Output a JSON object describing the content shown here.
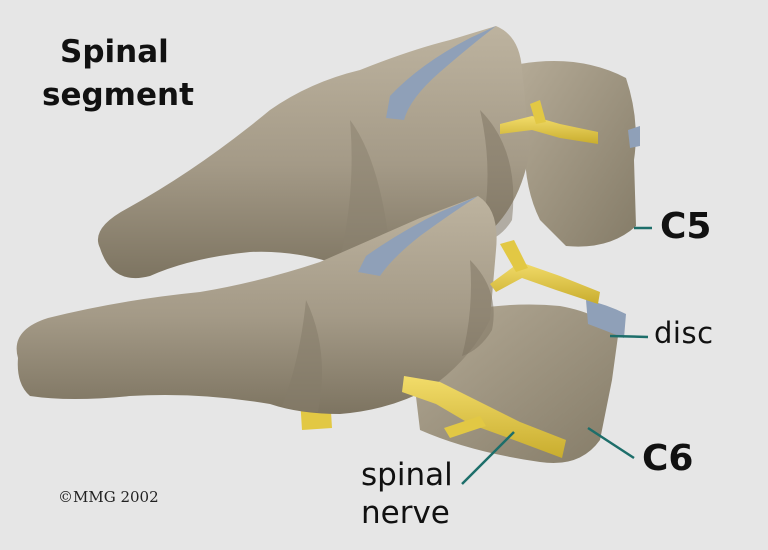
{
  "title": {
    "line1": "Spinal",
    "line2": "segment"
  },
  "labels": {
    "c5": "C5",
    "disc": "disc",
    "c6": "C6",
    "spinal_nerve": {
      "line1": "spinal",
      "line2": "nerve"
    }
  },
  "copyright": "©MMG 2002",
  "colors": {
    "background": "#e6e6e6",
    "bone": "#a49a87",
    "bone_shadow": "#7b725f",
    "bone_light": "#c2b8a4",
    "nerve": "#e2c844",
    "disc": "#8fa0b8",
    "leader_line": "#1d6e6a"
  }
}
